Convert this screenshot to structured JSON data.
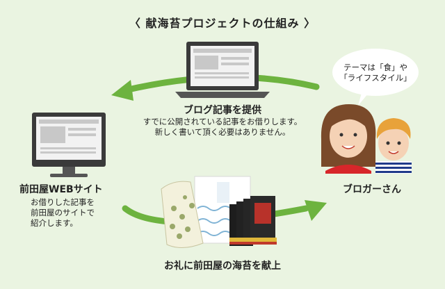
{
  "title": "〈 献海苔プロジェクトの仕組み 〉",
  "blog": {
    "caption": "ブログ記事を提供",
    "desc_line1": "すでに公開されている記事をお借りします。",
    "desc_line2": "新しく書いて頂く必要はありません。"
  },
  "website": {
    "caption": "前田屋WEBサイト",
    "desc_line1": "お借りした記事を",
    "desc_line2": "前田屋のサイトで",
    "desc_line3": "紹介します。"
  },
  "blogger": {
    "caption": "ブロガーさん",
    "bubble_line1": "テーマは「食」や",
    "bubble_line2": "「ライフスタイル」"
  },
  "gift": {
    "caption": "お礼に前田屋の海苔を献上"
  },
  "colors": {
    "background": "#eaf4e1",
    "arrow": "#6db33f",
    "device": "#3a3a3a"
  }
}
